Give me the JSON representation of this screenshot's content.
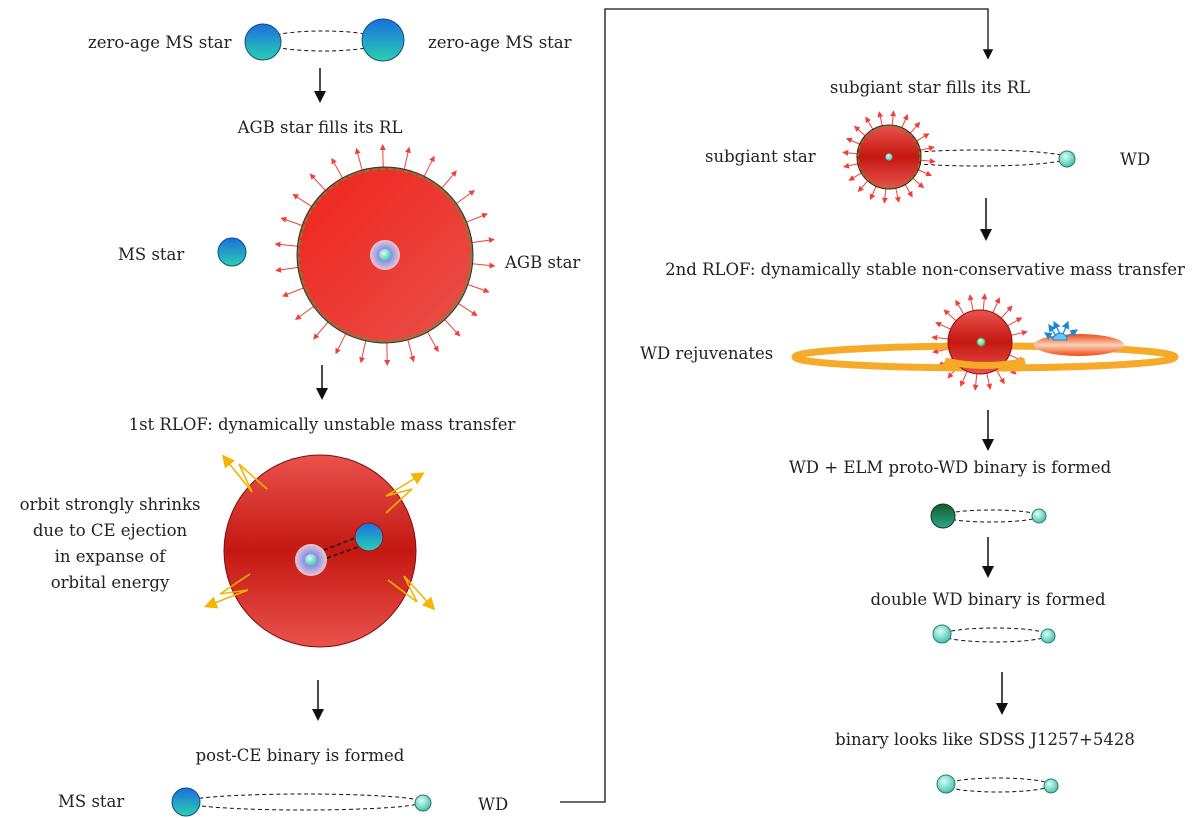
{
  "left": {
    "zams_left_label": "zero-age MS star",
    "zams_right_label": "zero-age MS star",
    "step_agb": "AGB star fills its RL",
    "ms_star_label": "MS star",
    "agb_star_label": "AGB star",
    "step_rlof1": "1st RLOF: dynamically unstable mass transfer",
    "ce_note": [
      "orbit strongly shrinks",
      "due to CE ejection",
      "in expanse of",
      "orbital energy"
    ],
    "step_postce": "post-CE binary is formed",
    "postce_ms_label": "MS star",
    "postce_wd_label": "WD"
  },
  "right": {
    "step_subgiant": "subgiant star fills its RL",
    "subgiant_label": "subgiant star",
    "subgiant_wd_label": "WD",
    "step_rlof2": "2nd RLOF: dynamically stable non-conservative mass transfer",
    "rejuvenates_label": "WD rejuvenates",
    "step_elm": "WD + ELM proto-WD binary is formed",
    "step_dwd": "double WD binary is formed",
    "step_final": "binary looks like SDSS J1257+5428"
  },
  "colors": {
    "ms_star": "#1e88d8",
    "giant": "#d9231e",
    "wd": "#6fd6c2",
    "ce_arrows": "#f5b400",
    "outflow_arrows": "#f0403a",
    "rl_edge": "#3aa63a",
    "ring": "#f7a928",
    "elm": "#1e7a4a"
  }
}
